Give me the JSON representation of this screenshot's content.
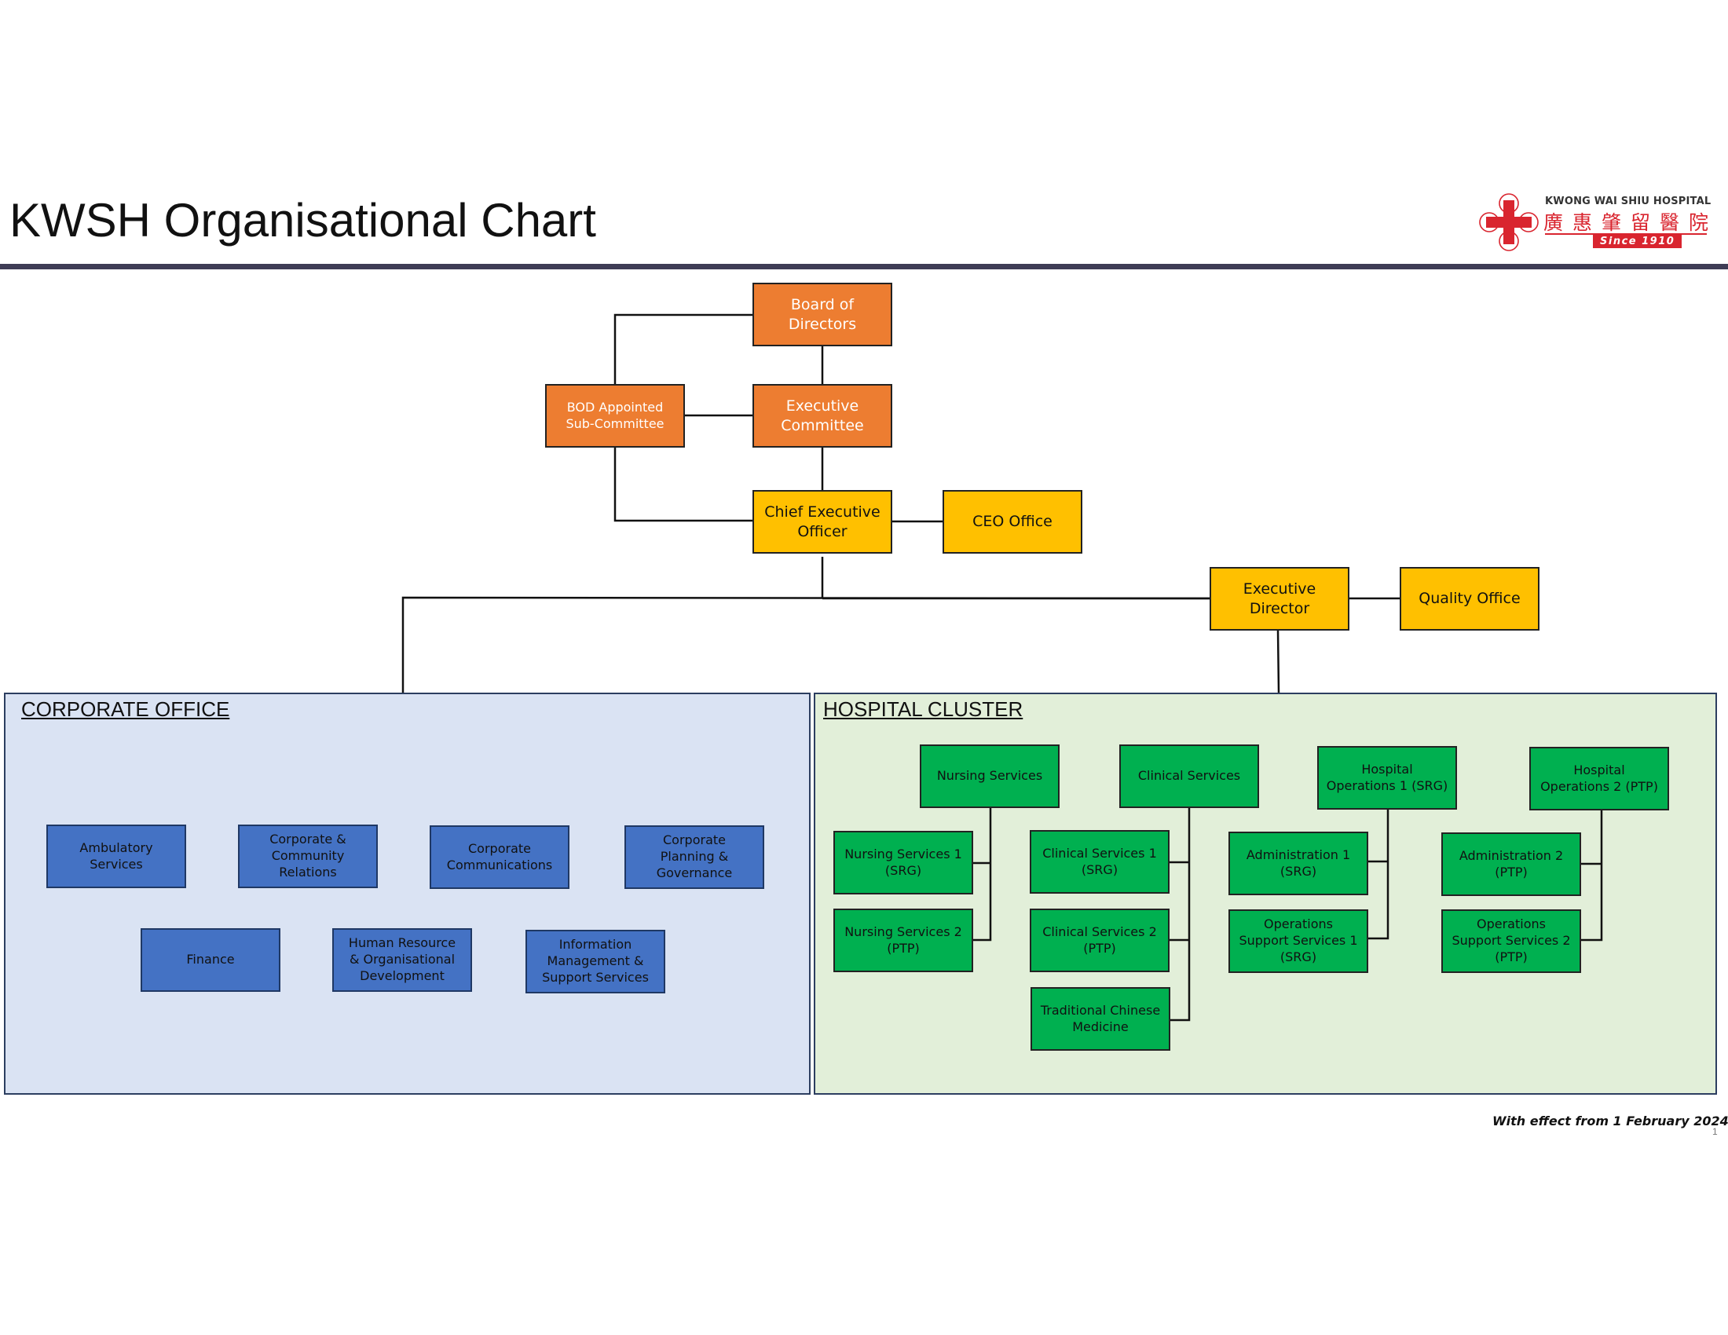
{
  "header": {
    "title": "KWSH Organisational Chart",
    "logo": {
      "name_en": "KWONG WAI SHIU HOSPITAL",
      "name_zh": "廣惠肇留醫院",
      "since": "Since 1910",
      "icon": "red-cross-clover-icon",
      "accent": "#d9252f"
    }
  },
  "colors": {
    "governance": "#ed7d31",
    "executive": "#ffc000",
    "corporate_unit": "#4472c4",
    "hospital_unit": "#00b050",
    "corporate_panel": "#dae3f3",
    "hospital_panel": "#e2efd9",
    "header_rule": "#3e3c55"
  },
  "top": {
    "board": [
      "Board of",
      "Directors"
    ],
    "bod_sub": [
      "BOD Appointed",
      "Sub-Committee"
    ],
    "exco": [
      "Executive",
      "Committee"
    ],
    "ceo": [
      "Chief Executive",
      "Officer"
    ],
    "ceo_office": [
      "CEO Office"
    ],
    "exec_director": [
      "Executive",
      "Director"
    ],
    "quality_office": [
      "Quality Office"
    ]
  },
  "corporate": {
    "title": "CORPORATE OFFICE",
    "units": [
      [
        "Ambulatory",
        "Services"
      ],
      [
        "Corporate &",
        "Community",
        "Relations"
      ],
      [
        "Corporate",
        "Communications"
      ],
      [
        "Corporate",
        "Planning &",
        "Governance"
      ],
      [
        "Finance"
      ],
      [
        "Human Resource",
        "& Organisational",
        "Development"
      ],
      [
        "Information",
        "Management &",
        "Support Services"
      ]
    ]
  },
  "hospital": {
    "title": "HOSPITAL CLUSTER",
    "groups": [
      {
        "head": [
          "Nursing Services"
        ],
        "units": [
          [
            "Nursing Services 1",
            "(SRG)"
          ],
          [
            "Nursing Services 2",
            "(PTP)"
          ]
        ]
      },
      {
        "head": [
          "Clinical Services"
        ],
        "units": [
          [
            "Clinical Services 1",
            "(SRG)"
          ],
          [
            "Clinical Services 2",
            "(PTP)"
          ],
          [
            "Traditional Chinese",
            "Medicine"
          ]
        ]
      },
      {
        "head": [
          "Hospital",
          "Operations 1 (SRG)"
        ],
        "units": [
          [
            "Administration 1",
            "(SRG)"
          ],
          [
            "Operations",
            "Support Services 1",
            "(SRG)"
          ]
        ]
      },
      {
        "head": [
          "Hospital",
          "Operations 2 (PTP)"
        ],
        "units": [
          [
            "Administration 2",
            "(PTP)"
          ],
          [
            "Operations",
            "Support Services 2",
            "(PTP)"
          ]
        ]
      }
    ]
  },
  "footer": {
    "effective": "With effect from 1 February 2024",
    "page": "1"
  }
}
